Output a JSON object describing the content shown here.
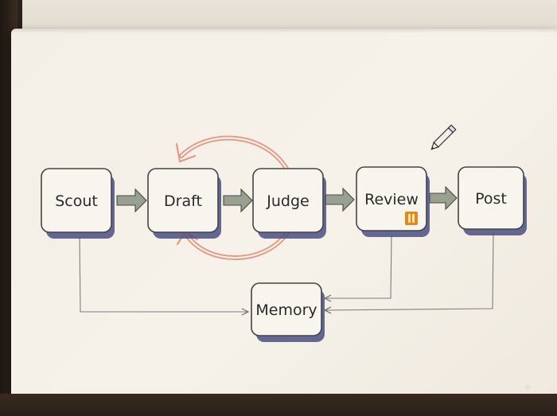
{
  "nodes": {
    "scout": {
      "label": "Scout"
    },
    "draft": {
      "label": "Draft"
    },
    "judge": {
      "label": "Judge"
    },
    "review": {
      "label": "Review"
    },
    "post": {
      "label": "Post"
    },
    "memory": {
      "label": "Memory"
    }
  },
  "icons": {
    "pencil": "pencil-icon",
    "pause": "pause-icon",
    "sparkle": "sparkle-icon"
  },
  "colors": {
    "paper": "#f4f0e8",
    "box_shadow": "#4a4f82",
    "arrow_fill": "#9aa08f",
    "loop_arrow": "#e59a86",
    "pause": "#e08a1a"
  }
}
